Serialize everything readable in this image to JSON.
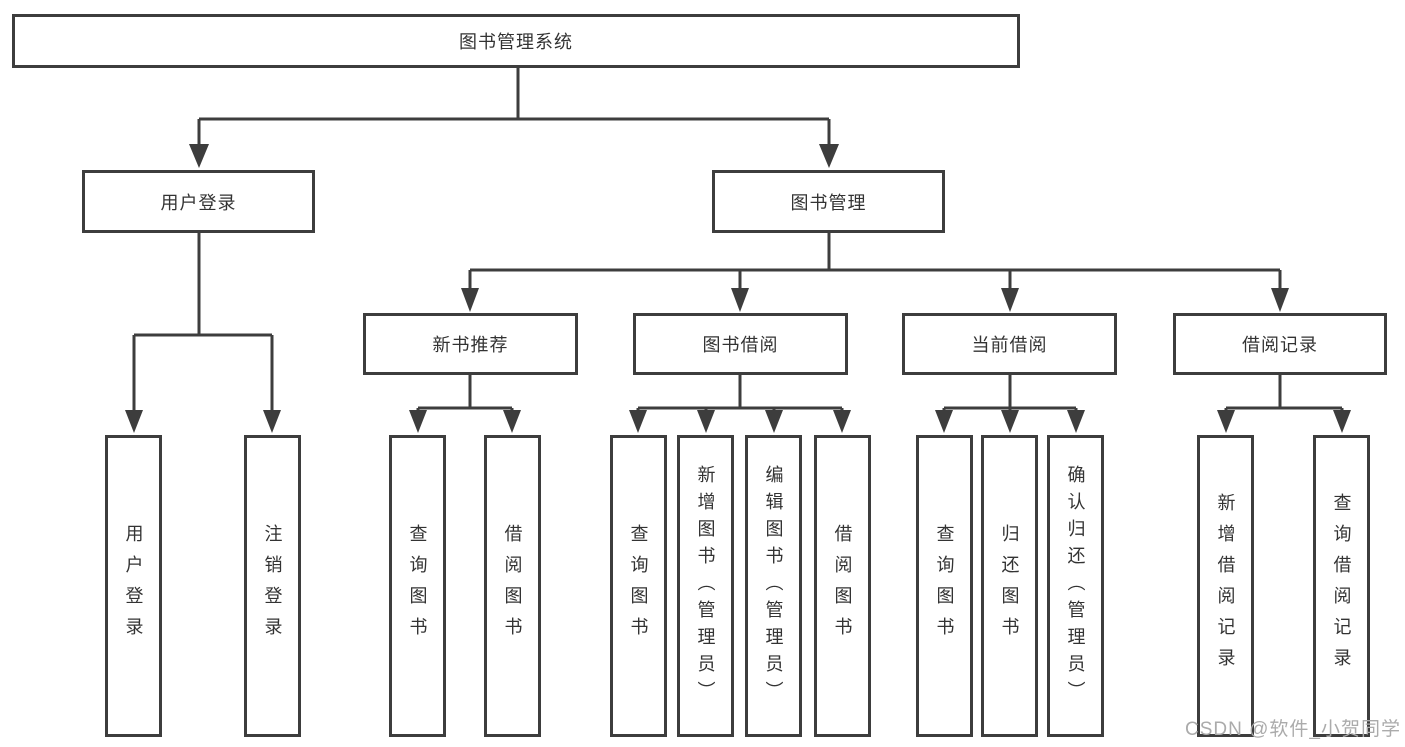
{
  "diagram": {
    "root": {
      "label": "图书管理系统"
    },
    "branches": {
      "user_login": {
        "label": "用户登录",
        "children": [
          {
            "label": "用户登录"
          },
          {
            "label": "注销登录"
          }
        ]
      },
      "book_management": {
        "label": "图书管理",
        "children": [
          {
            "label": "新书推荐",
            "children": [
              {
                "label": "查询图书"
              },
              {
                "label": "借阅图书"
              }
            ]
          },
          {
            "label": "图书借阅",
            "children": [
              {
                "label": "查询图书"
              },
              {
                "label": "新增图书（管理员）"
              },
              {
                "label": "编辑图书（管理员）"
              },
              {
                "label": "借阅图书"
              }
            ]
          },
          {
            "label": "当前借阅",
            "children": [
              {
                "label": "查询图书"
              },
              {
                "label": "归还图书"
              },
              {
                "label": "确认归还（管理员）"
              }
            ]
          },
          {
            "label": "借阅记录",
            "children": [
              {
                "label": "新增借阅记录"
              },
              {
                "label": "查询借阅记录"
              }
            ]
          }
        ]
      }
    },
    "watermark": "CSDN @软件_小贺同学"
  },
  "colors": {
    "line": "#3d3d3d",
    "text": "#333333",
    "background": "#ffffff",
    "watermark": "#ababab"
  }
}
